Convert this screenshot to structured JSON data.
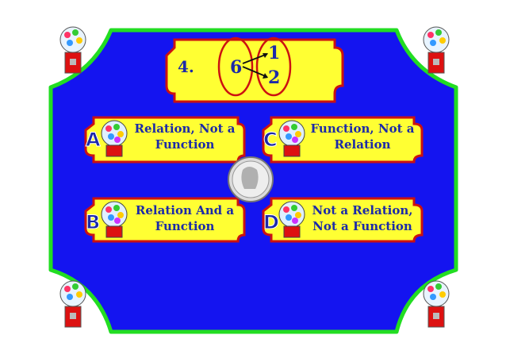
{
  "question": {
    "number": "4.",
    "domain_value": "6",
    "range_values": [
      "1",
      "2"
    ]
  },
  "answers": [
    {
      "letter": "A",
      "text_line1": "Relation, Not a",
      "text_line2": "Function"
    },
    {
      "letter": "B",
      "text_line1": "Relation And a",
      "text_line2": "Function"
    },
    {
      "letter": "C",
      "text_line1": "Function, Not a",
      "text_line2": "Relation"
    },
    {
      "letter": "D",
      "text_line1": "Not a Relation,",
      "text_line2": "Not a Function"
    }
  ],
  "colors": {
    "board_blue": "#1414f0",
    "board_border": "#22dd22",
    "panel_yellow": "#ffff33",
    "panel_border": "#cc1111",
    "text_blue": "#1c2aa8"
  },
  "icons": {
    "corner": "gumball-machine-icon",
    "center": "quarter-coin-icon"
  }
}
